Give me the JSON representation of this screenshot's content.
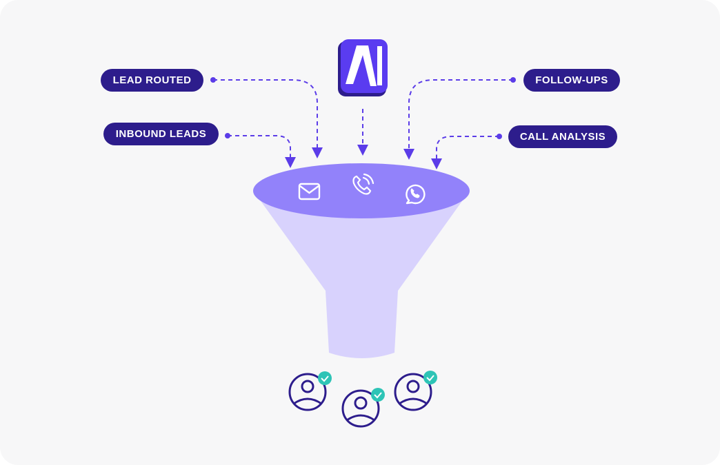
{
  "labels": {
    "lead_routed": "LEAD ROUTED",
    "inbound_leads": "INBOUND LEADS",
    "follow_ups": "FOLLOW-UPS",
    "call_analysis": "CALL ANALYSIS"
  },
  "ai_badge": {
    "text": "AI"
  },
  "funnel_icons": [
    "mail-icon",
    "phone-call-icon",
    "whatsapp-icon"
  ],
  "outputs": [
    "user-verified-icon",
    "user-verified-icon",
    "user-verified-icon"
  ],
  "colors": {
    "pill": "#2d1d8c",
    "accent": "#5b3ce8",
    "funnel_top": "#9282fa",
    "funnel_body": "#d8d2fd",
    "check": "#2ec4b6",
    "user": "#2d1d8c"
  }
}
